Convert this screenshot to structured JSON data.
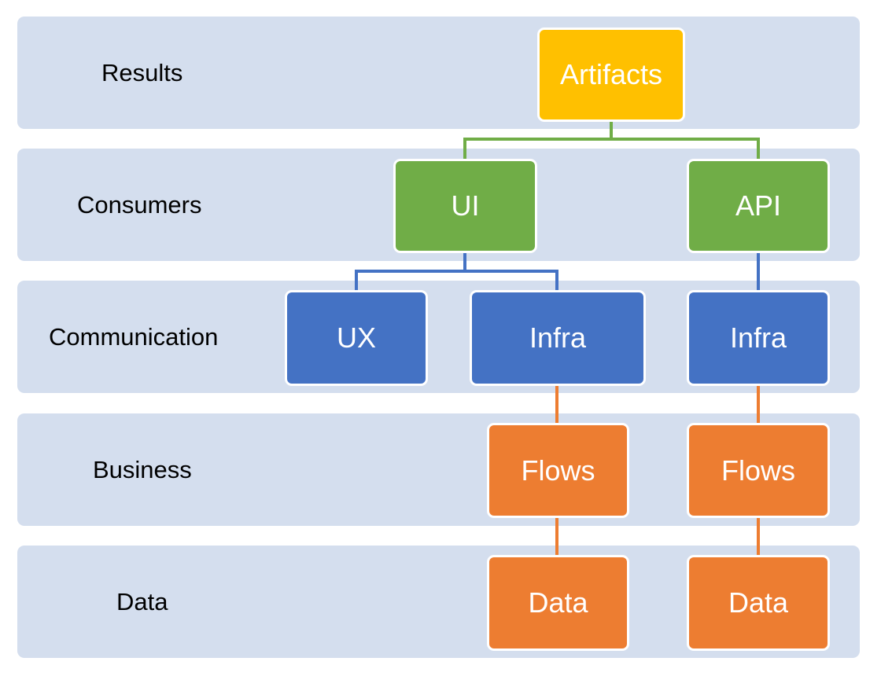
{
  "layers": [
    {
      "id": "results",
      "label": "Results"
    },
    {
      "id": "consumers",
      "label": "Consumers"
    },
    {
      "id": "communication",
      "label": "Communication"
    },
    {
      "id": "business",
      "label": "Business"
    },
    {
      "id": "data",
      "label": "Data"
    }
  ],
  "nodes": {
    "artifacts": "Artifacts",
    "ui": "UI",
    "api": "API",
    "ux": "UX",
    "infra_ui": "Infra",
    "infra_api": "Infra",
    "flows_left": "Flows",
    "flows_right": "Flows",
    "data_left": "Data",
    "data_right": "Data"
  },
  "edges": [
    [
      "artifacts",
      "ui"
    ],
    [
      "artifacts",
      "api"
    ],
    [
      "ui",
      "ux"
    ],
    [
      "ui",
      "infra_ui"
    ],
    [
      "api",
      "infra_api"
    ],
    [
      "infra_ui",
      "flows_left"
    ],
    [
      "flows_left",
      "data_left"
    ],
    [
      "infra_api",
      "flows_right"
    ],
    [
      "flows_right",
      "data_right"
    ]
  ],
  "colors": {
    "band": "#d4deee",
    "results": "#ffc000",
    "consumers": "#70ad47",
    "communication": "#4472c4",
    "business": "#ed7d31",
    "data": "#ed7d31"
  }
}
